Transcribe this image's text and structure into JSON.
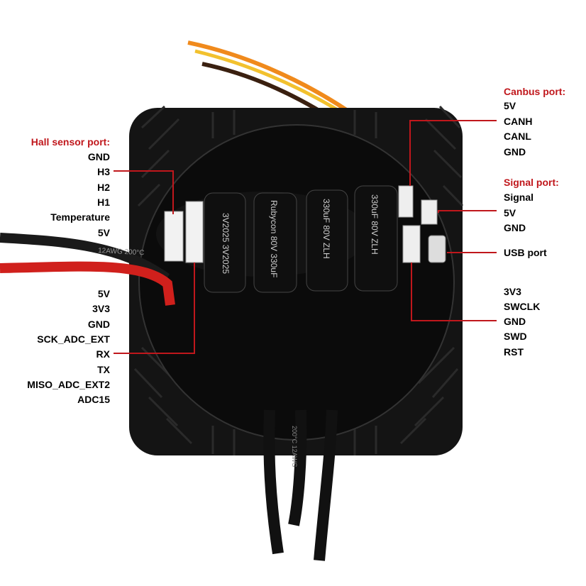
{
  "colors": {
    "accent": "#c0171c",
    "text": "#000000",
    "heatsink": "#141414",
    "wire_red": "#d0201c",
    "wire_black": "#1a1a1a",
    "wire_orange": "#f08a1c",
    "wire_yellow": "#f2c12e"
  },
  "hall_sensor": {
    "title": "Hall sensor port:",
    "pins": [
      "GND",
      "H3",
      "H2",
      "H1",
      "Temperature",
      "5V"
    ]
  },
  "comm_port": {
    "pins": [
      "5V",
      "3V3",
      "GND",
      "SCK_ADC_EXT",
      "RX",
      "TX",
      "MISO_ADC_EXT2",
      "ADC15"
    ]
  },
  "canbus": {
    "title": "Canbus port:",
    "pins": [
      "5V",
      "CANH",
      "CANL",
      "GND"
    ]
  },
  "signal": {
    "title": "Signal port:",
    "pins": [
      "Signal",
      "5V",
      "GND"
    ]
  },
  "usb": {
    "label": "USB port"
  },
  "swd": {
    "pins": [
      "3V3",
      "SWCLK",
      "GND",
      "SWD",
      "RST"
    ]
  },
  "capacitors": [
    {
      "text": "3V2025 3V2025"
    },
    {
      "text": "Rubycon 80V 330uF"
    },
    {
      "text": "330uF 80V ZLH"
    },
    {
      "text": "330uF 80V ZLH"
    }
  ],
  "wire_marking": "12AWG 200°C",
  "phase_wire_marking": "200°C 12AWG"
}
